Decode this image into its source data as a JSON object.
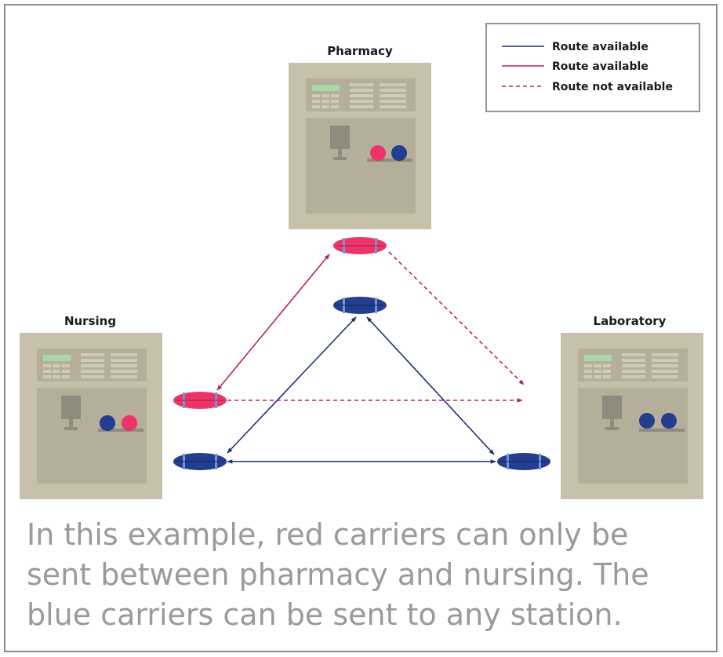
{
  "stations": {
    "pharmacy": {
      "label": "Pharmacy"
    },
    "nursing": {
      "label": "Nursing"
    },
    "laboratory": {
      "label": "Laboratory"
    }
  },
  "legend": {
    "items": [
      {
        "label": "Route available",
        "color": "#1f2f6e",
        "style": "solid"
      },
      {
        "label": "Route available",
        "color": "#b0245a",
        "style": "solid"
      },
      {
        "label": "Route not available",
        "color": "#b0245a",
        "style": "dashed"
      }
    ]
  },
  "caption": "In this example, red carriers can only be sent between pharmacy and nursing. The blue carriers can be sent to any station.",
  "colors": {
    "blue_route": "#1f2f6e",
    "red_route": "#b0245a",
    "blue_carrier": "#233d8f",
    "red_carrier": "#ee3368",
    "station_body": "#c7c0ab",
    "station_dark": "#b2ab97"
  }
}
